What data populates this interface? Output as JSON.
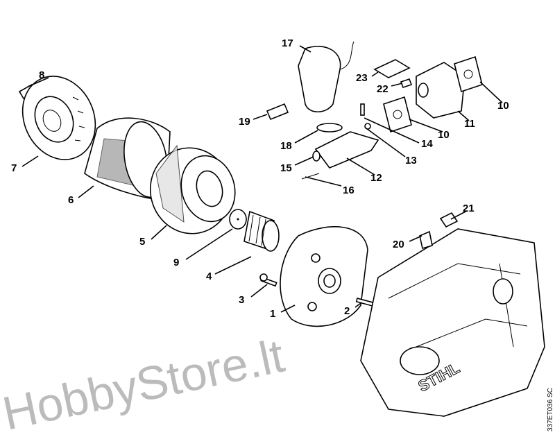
{
  "diagram": {
    "labels": {
      "l1": "1",
      "l2": "2",
      "l3": "3",
      "l4": "4",
      "l5": "5",
      "l6": "6",
      "l7": "7",
      "l8": "8",
      "l9": "9",
      "l10a": "10",
      "l10b": "10",
      "l11": "11",
      "l12": "12",
      "l13": "13",
      "l14": "14",
      "l15": "15",
      "l16": "16",
      "l17": "17",
      "l18": "18",
      "l19": "19",
      "l20": "20",
      "l21": "21",
      "l22": "22",
      "l23": "23"
    },
    "drawing_code": "337ET036 SC",
    "logo": "STIHL",
    "watermark": "HobbyStore.lt"
  }
}
